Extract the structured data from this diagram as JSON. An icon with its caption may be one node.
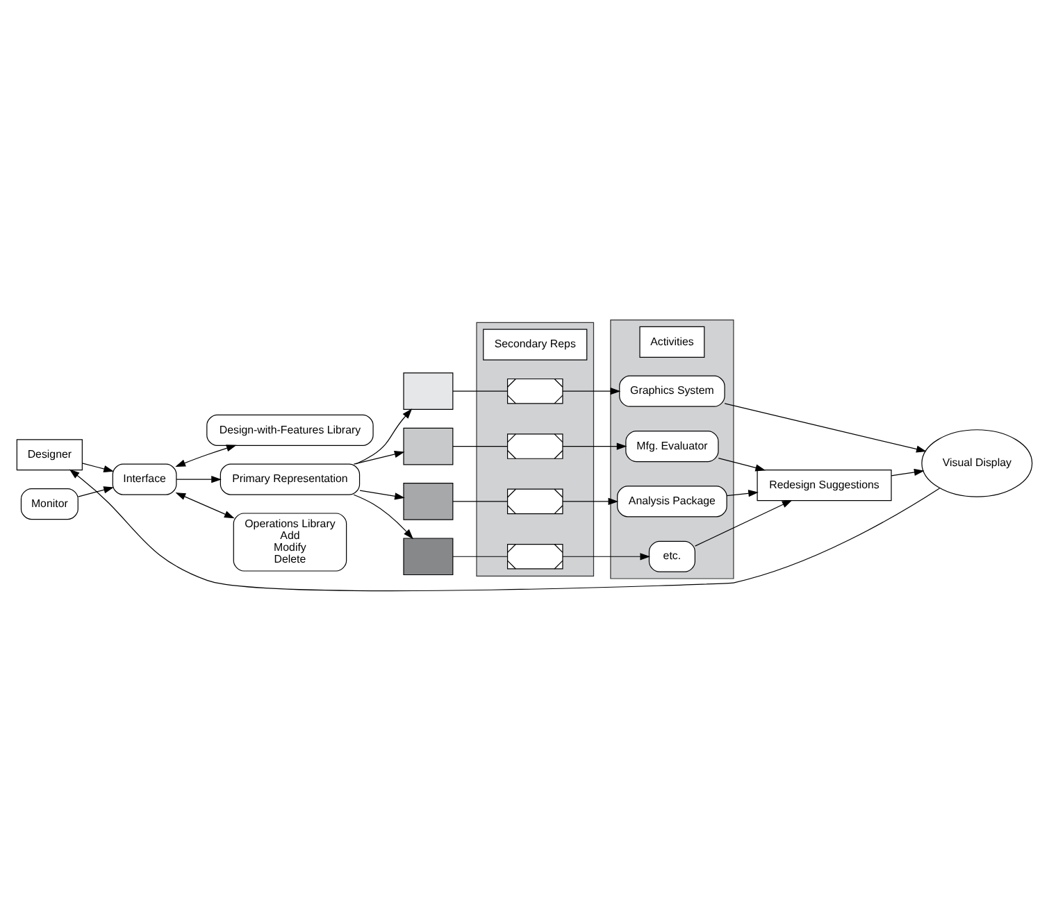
{
  "diagram": {
    "nodes": [
      {
        "text": [
          "Designer"
        ]
      },
      {
        "text": [
          "Design-with-Features Library"
        ]
      },
      {
        "text": [
          "Primary Representation"
        ]
      },
      {
        "text": [
          "Interface"
        ]
      },
      {
        "text": [
          "Operations Library",
          "Add",
          "Modify",
          "Delete"
        ]
      },
      {
        "text": [
          "Monitor"
        ]
      },
      {
        "text": [],
        "shape": "box"
      },
      {
        "text": [
          "Secondary Reps"
        ],
        "in": 6
      },
      {
        "text": [],
        "shape": "box"
      },
      {
        "text": [
          "Activities"
        ],
        "in": 8
      },
      {
        "text": [],
        "shape": "box"
      },
      {
        "text": [],
        "shape": "box"
      },
      {
        "text": [],
        "shape": "box"
      },
      {
        "text": [],
        "shape": "box"
      },
      {
        "text": [],
        "shape": "box",
        "in": 6
      },
      {
        "text": [],
        "shape": "box",
        "in": 6
      },
      {
        "text": [],
        "shape": "box",
        "in": 6
      },
      {
        "text": [],
        "shape": "box",
        "in": 6
      },
      {
        "text": [
          "Graphics System"
        ],
        "in": 8
      },
      {
        "text": [
          "Mfg. Evaluator"
        ],
        "in": 8
      },
      {
        "text": [
          "Analysis Package"
        ],
        "in": 8
      },
      {
        "text": [
          "etc."
        ],
        "in": 8
      },
      {
        "text": [
          "Visual Display"
        ]
      },
      {
        "text": [
          "Redesign Suggestions"
        ]
      }
    ],
    "edges": [
      {
        "from": 0,
        "to": 3,
        "arrow": "to"
      },
      {
        "from": 3,
        "to": 1,
        "arrow": "both"
      },
      {
        "from": 3,
        "to": 4,
        "arrow": "both"
      },
      {
        "from": 5,
        "to": 3,
        "arrow": "to"
      },
      {
        "from": 3,
        "to": 2,
        "arrow": "to"
      },
      {
        "from": 2,
        "to": 10,
        "arrow": "to"
      },
      {
        "from": 2,
        "to": 11,
        "arrow": "to"
      },
      {
        "from": 2,
        "to": 12,
        "arrow": "to"
      },
      {
        "from": 2,
        "to": 13,
        "arrow": "to"
      },
      {
        "from": 10,
        "to": 14,
        "arrow": "none"
      },
      {
        "from": 11,
        "to": 15,
        "arrow": "none"
      },
      {
        "from": 12,
        "to": 16,
        "arrow": "none"
      },
      {
        "from": 13,
        "to": 17,
        "arrow": "none"
      },
      {
        "from": 14,
        "to": 18,
        "arrow": "to"
      },
      {
        "from": 15,
        "to": 19,
        "arrow": "to"
      },
      {
        "from": 16,
        "to": 20,
        "arrow": "to"
      },
      {
        "from": 17,
        "to": 21,
        "arrow": "to"
      },
      {
        "from": 18,
        "to": 22,
        "arrow": "to"
      },
      {
        "from": 19,
        "to": 23,
        "arrow": "to"
      },
      {
        "from": 20,
        "to": 23,
        "arrow": "to"
      },
      {
        "from": 21,
        "to": 23,
        "arrow": "to"
      },
      {
        "from": 23,
        "to": 22,
        "arrow": "to"
      },
      {
        "from": 22,
        "to": 0,
        "arrow": "to"
      }
    ]
  }
}
